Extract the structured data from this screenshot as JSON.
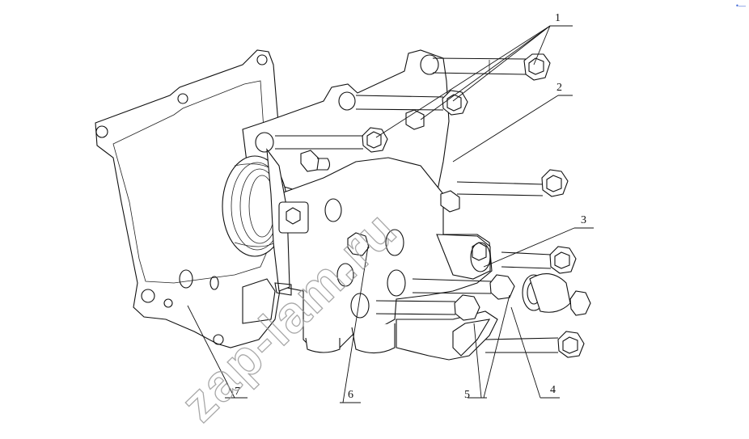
{
  "labels": {
    "l1": "1",
    "l2": "2",
    "l3": "3",
    "l4": "4",
    "l5": "5",
    "l6": "6",
    "l7": "7"
  },
  "watermark": "zap-lam.ru",
  "corner_mark": "•—",
  "colors": {
    "line": "#111111",
    "watermark": "#999999",
    "corner": "#4a6fd8"
  }
}
